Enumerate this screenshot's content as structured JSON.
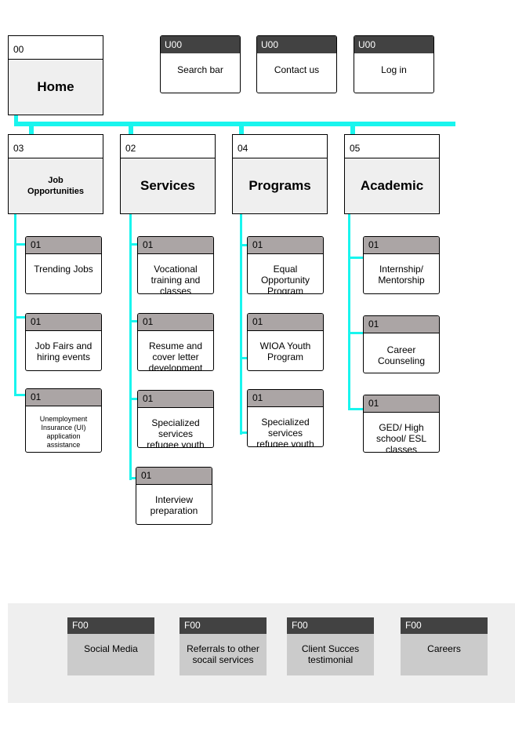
{
  "home": {
    "code": "00",
    "label": "Home"
  },
  "utilities": [
    {
      "code": "U00",
      "label": "Search bar"
    },
    {
      "code": "U00",
      "label": "Contact us"
    },
    {
      "code": "U00",
      "label": "Log in"
    }
  ],
  "sections": [
    {
      "code": "03",
      "label": "Job Opportunities",
      "children": [
        {
          "code": "01",
          "label": "Trending Jobs"
        },
        {
          "code": "01",
          "label": "Job Fairs and hiring events"
        },
        {
          "code": "01",
          "label": "Unemployment Insurance (UI) application assistance"
        }
      ]
    },
    {
      "code": "02",
      "label": "Services",
      "children": [
        {
          "code": "01",
          "label": "Vocational training and classes"
        },
        {
          "code": "01",
          "label": "Resume and cover letter development"
        },
        {
          "code": "01",
          "label": "Specialized services refugee youth"
        },
        {
          "code": "01",
          "label": "Interview preparation"
        }
      ]
    },
    {
      "code": "04",
      "label": "Programs",
      "children": [
        {
          "code": "01",
          "label": "Equal Opportunity Program"
        },
        {
          "code": "01",
          "label": "WIOA Youth Program"
        },
        {
          "code": "01",
          "label": "Specialized services refugee youth"
        }
      ]
    },
    {
      "code": "05",
      "label": "Academic",
      "children": [
        {
          "code": "01",
          "label": "Internship/ Mentorship"
        },
        {
          "code": "01",
          "label": "Career Counseling"
        },
        {
          "code": "01",
          "label": "GED/ High school/ ESL classes"
        }
      ]
    }
  ],
  "footer": [
    {
      "code": "F00",
      "label": "Social Media"
    },
    {
      "code": "F00",
      "label": "Referrals to other socail services"
    },
    {
      "code": "F00",
      "label": "Client Succes testimonial"
    },
    {
      "code": "F00",
      "label": "Careers"
    }
  ]
}
